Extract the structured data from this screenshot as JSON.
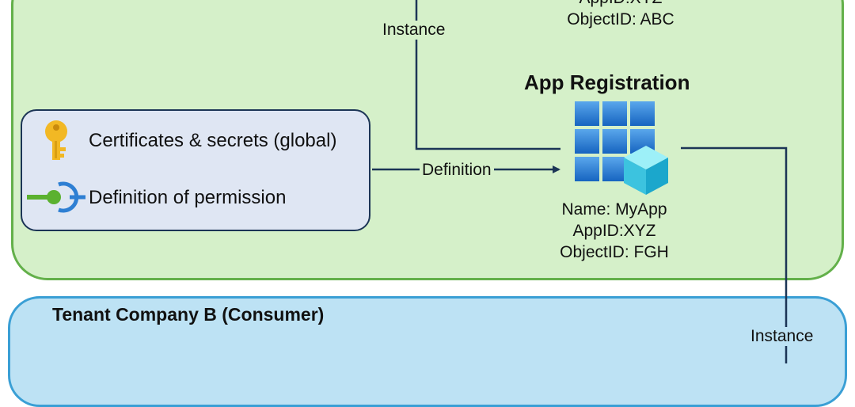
{
  "top_object": {
    "appid": "AppID:XYZ",
    "objectid": "ObjectID: ABC"
  },
  "labels": {
    "instance_top": "Instance",
    "definition": "Definition",
    "instance_bottom": "Instance"
  },
  "permissions_box": {
    "items": [
      {
        "icon": "key-icon",
        "label": "Certificates & secrets (global)"
      },
      {
        "icon": "permission-connector-icon",
        "label": "Definition of permission"
      }
    ]
  },
  "app_registration": {
    "title": "App Registration",
    "icon": "app-registration-icon",
    "name": "Name:  MyApp",
    "appid": "AppID:XYZ",
    "objectid": "ObjectID: FGH"
  },
  "tenant_b": {
    "title": "Tenant Company B (Consumer)"
  },
  "colors": {
    "tenant_a_fill": "#d5f0c9",
    "tenant_a_border": "#63b04a",
    "tenant_b_fill": "#bde2f4",
    "tenant_b_border": "#3a9fd5",
    "connector": "#1c3556",
    "key_gold": "#f2b824",
    "permission_green": "#5bb12f"
  }
}
